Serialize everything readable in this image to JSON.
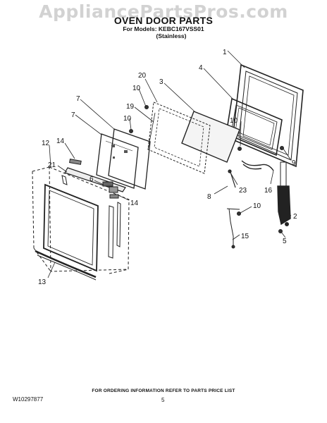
{
  "watermark": "AppliancePartsPros.com",
  "header": {
    "title": "OVEN DOOR PARTS",
    "models": "For Models: KEBC167VSS01",
    "variant": "(Stainless)"
  },
  "callouts": {
    "c1": "1",
    "c4": "4",
    "c20": "20",
    "c3": "3",
    "c10a": "10",
    "c19": "19",
    "c7a": "7",
    "c10b": "10",
    "c7b": "7",
    "c10c": "10",
    "c12": "12",
    "c14a": "14",
    "c9": "9",
    "c21": "21",
    "c6": "6",
    "c23": "23",
    "c16": "16",
    "c8": "8",
    "c14b": "14",
    "c10d": "10",
    "c2": "2",
    "c15": "15",
    "c5": "5",
    "c13": "13"
  },
  "footer": {
    "note": "FOR ORDERING INFORMATION REFER TO PARTS PRICE LIST",
    "doc_number": "W10297877",
    "page_number": "5"
  }
}
